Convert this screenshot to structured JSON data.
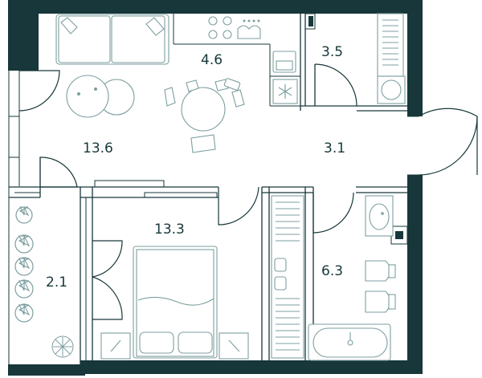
{
  "colors": {
    "wall": "#17373a",
    "furniture": "#7e9ea0",
    "background": "#ffffff"
  },
  "rooms": [
    {
      "id": "living",
      "area": "13.6"
    },
    {
      "id": "kitchen",
      "area": "4.6"
    },
    {
      "id": "wc",
      "area": "3.5"
    },
    {
      "id": "hall",
      "area": "3.1"
    },
    {
      "id": "bedroom",
      "area": "13.3"
    },
    {
      "id": "balcony",
      "area": "2.1"
    },
    {
      "id": "bathroom",
      "area": "6.3"
    }
  ]
}
